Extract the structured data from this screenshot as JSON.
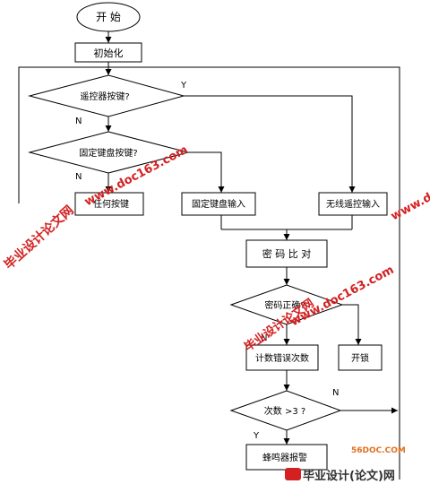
{
  "flowchart": {
    "start_label": "开 始",
    "init_label": "初始化",
    "remote_key_question": "遥控器按键?",
    "fixed_key_question": "固定键盘按键?",
    "any_key_label": "任何按键",
    "fixed_input_label": "固定键盘输入",
    "wireless_input_label": "无线遥控输入",
    "compare_label": "密 码 比 对",
    "password_correct_question": "密码正确?",
    "count_errors_label": "计数错误次数",
    "unlock_label": "开锁",
    "count_check_question": "次数 >3 ?",
    "buzzer_label": "蜂鸣器报警",
    "yes": "Y",
    "no": "N"
  },
  "watermarks": {
    "doc_url": "www.doc163.com",
    "site_name": "毕业设计论文网",
    "footer_domain": "56DOC.COM",
    "footer_name": "毕业设计(论文)网"
  },
  "colors": {
    "line": "#000000",
    "watermark": "#d32020"
  }
}
